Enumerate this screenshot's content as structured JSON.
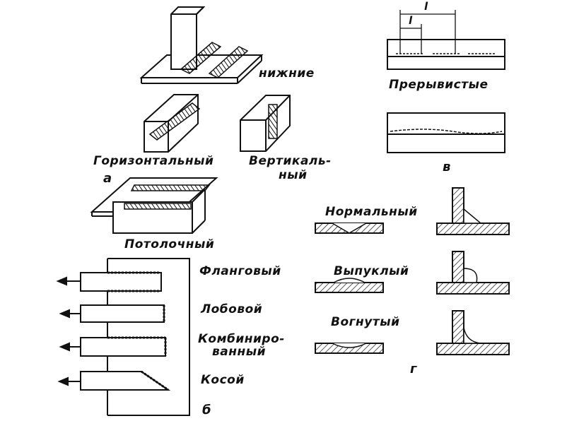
{
  "group_a": {
    "letter": "а",
    "lower": "нижние",
    "horizontal": "Горизонтальный",
    "vertical_1": "Вертикаль-",
    "vertical_2": "ный",
    "ceiling": "Потолочный"
  },
  "group_b": {
    "letter": "б",
    "flank": "Фланговый",
    "frontal": "Лобовой",
    "combined_1": "Комбиниро-",
    "combined_2": "ванный",
    "oblique": "Косой"
  },
  "group_v": {
    "letter": "в",
    "intermittent": "Прерывистые",
    "dim_big": "l",
    "dim_small": "l"
  },
  "group_g": {
    "letter": "г",
    "normal": "Нормальный",
    "convex": "Выпуклый",
    "concave": "Вогнутый"
  }
}
